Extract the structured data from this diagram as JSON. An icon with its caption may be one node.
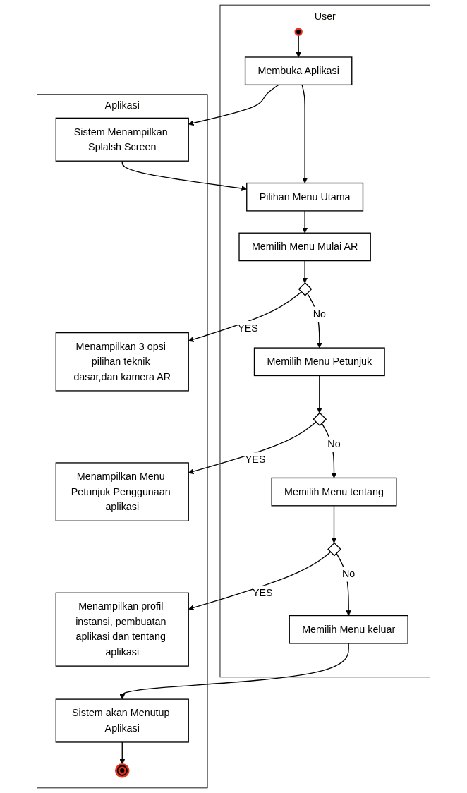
{
  "diagram": {
    "nodes": [
      {
        "text": [
          "User"
        ]
      },
      {
        "text": [
          "Aplikasi"
        ]
      },
      {
        "text": [],
        "shape": "circle",
        "in": 0
      },
      {
        "text": [
          "Membuka Aplikasi"
        ],
        "in": 0
      },
      {
        "text": [
          "Sistem Menampilkan Splalsh Screen"
        ],
        "in": 1
      },
      {
        "text": [
          "Pilihan Menu Utama"
        ],
        "in": 0
      },
      {
        "text": [
          "Memilih Menu Mulai AR"
        ],
        "in": 0
      },
      {
        "text": [],
        "shape": "diamond",
        "in": 0
      },
      {
        "text": [
          "Menampilkan 3 opsi pilihan teknik dasar,dan kamera AR"
        ],
        "in": 1
      },
      {
        "text": [
          "Memilih Menu Petunjuk"
        ],
        "in": 0
      },
      {
        "text": [],
        "shape": "diamond",
        "in": 0
      },
      {
        "text": [
          "Menampilkan Menu Petunjuk Penggunaan aplikasi"
        ],
        "in": 1
      },
      {
        "text": [
          "Memilih Menu tentang"
        ],
        "in": 0
      },
      {
        "text": [],
        "shape": "diamond",
        "in": 0
      },
      {
        "text": [
          "Menampilkan profil instansi, pembuatan aplikasi dan tentang aplikasi"
        ],
        "in": 1
      },
      {
        "text": [
          "Memilih Menu keluar"
        ],
        "in": 0
      },
      {
        "text": [
          "Sistem akan Menutup Aplikasi"
        ],
        "in": 1
      },
      {
        "text": [],
        "shape": "circle",
        "in": 1
      }
    ],
    "edges": [
      {
        "from": 2,
        "to": 3,
        "arrow": "to"
      },
      {
        "from": 3,
        "to": 4,
        "arrow": "to"
      },
      {
        "from": 3,
        "to": 5,
        "arrow": "to"
      },
      {
        "from": 4,
        "to": 5,
        "arrow": "to"
      },
      {
        "from": 5,
        "to": 6,
        "arrow": "to"
      },
      {
        "from": 6,
        "to": 7,
        "arrow": "to"
      },
      {
        "from": 7,
        "to": 8,
        "arrow": "to",
        "label": "YES"
      },
      {
        "from": 7,
        "to": 9,
        "arrow": "to",
        "label": "No"
      },
      {
        "from": 9,
        "to": 10,
        "arrow": "to"
      },
      {
        "from": 10,
        "to": 11,
        "arrow": "to",
        "label": "YES"
      },
      {
        "from": 10,
        "to": 12,
        "arrow": "to",
        "label": "No"
      },
      {
        "from": 12,
        "to": 13,
        "arrow": "to"
      },
      {
        "from": 13,
        "to": 14,
        "arrow": "to",
        "label": "YES"
      },
      {
        "from": 13,
        "to": 15,
        "arrow": "to",
        "label": "No"
      },
      {
        "from": 15,
        "to": 16,
        "arrow": "to"
      },
      {
        "from": 16,
        "to": 17,
        "arrow": "to"
      }
    ]
  }
}
